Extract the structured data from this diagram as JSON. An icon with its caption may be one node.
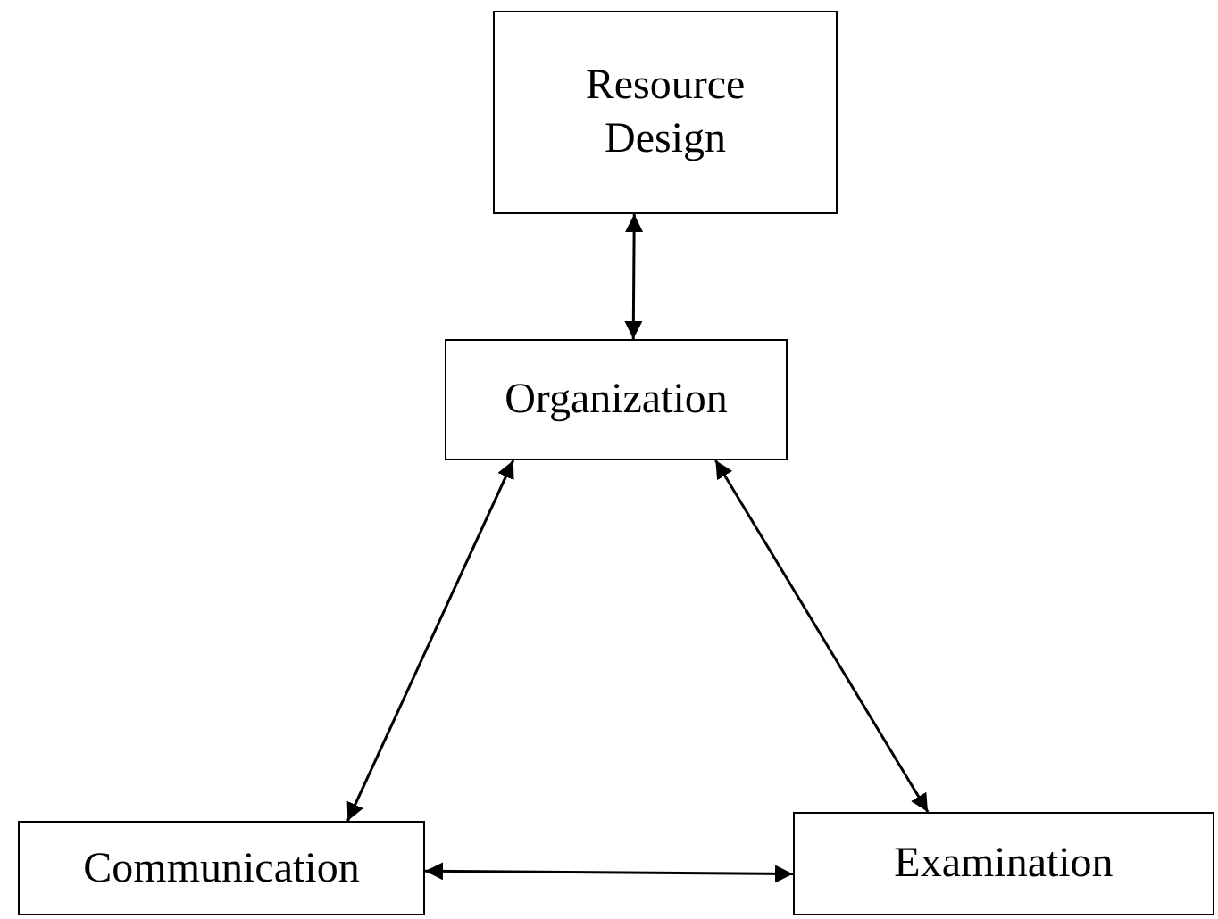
{
  "diagram": {
    "nodes": [
      {
        "text": [
          "Resource Design"
        ]
      },
      {
        "text": [
          "Organization"
        ]
      },
      {
        "text": [
          "Communication"
        ]
      },
      {
        "text": [
          "Examination"
        ]
      }
    ],
    "edges": [
      {
        "from": 0,
        "to": 1,
        "arrow": "both"
      },
      {
        "from": 1,
        "to": 2,
        "arrow": "both"
      },
      {
        "from": 1,
        "to": 3,
        "arrow": "both"
      },
      {
        "from": 2,
        "to": 3,
        "arrow": "both"
      }
    ]
  }
}
